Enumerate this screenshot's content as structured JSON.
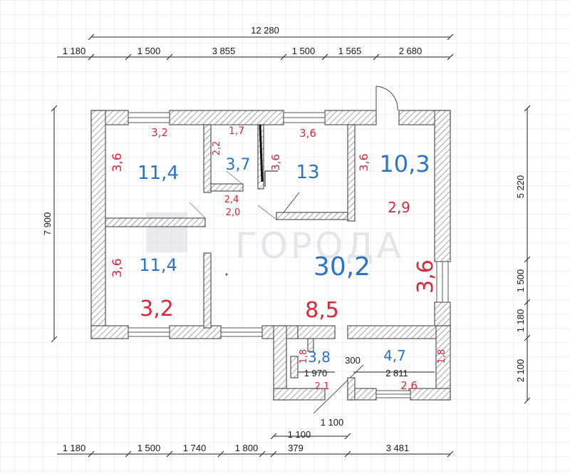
{
  "dimensions": {
    "top_total": "12 280",
    "top_segments": [
      "1 180",
      "1 500",
      "3 855",
      "1 500",
      "1 565",
      "2 680"
    ],
    "bottom_segments": [
      "1 180",
      "1 500",
      "1 740",
      "1 800",
      "379",
      "3 481"
    ],
    "bottom_extra": "1 100",
    "left_total": "7 900",
    "right_segments": [
      "5 220",
      "1 500",
      "1 180",
      "2 100"
    ],
    "inner_1970": "1 970",
    "inner_300": "300",
    "inner_2811": "2 811",
    "inner_1100": "1 100"
  },
  "rooms": {
    "room_top_left": {
      "area": "11,4",
      "width": "3,2",
      "height": "3,6"
    },
    "room_bottom_left": {
      "area": "11,4",
      "width": "3,2",
      "height": "3,6"
    },
    "bathroom_small": {
      "area": "3,7",
      "width": "1,7",
      "height": "2,2"
    },
    "hall_small": {
      "w": "2,4",
      "h": "2,0"
    },
    "room_center_top": {
      "area": "13",
      "width": "3,6",
      "height": "3,6"
    },
    "room_top_right": {
      "area": "10,3",
      "width": "2,9",
      "height": "3,6"
    },
    "living": {
      "area": "30,2",
      "width": "8,5",
      "height": "3,6"
    },
    "storage": {
      "area": "3,8",
      "width": "2,1",
      "height": "1,8"
    },
    "bath_bottom": {
      "area": "4,7",
      "width": "2,6",
      "height": "1,8"
    }
  },
  "watermark": "ГОРОДА",
  "colors": {
    "area": "#2a74c8",
    "mark": "#d8283a",
    "grid": "#dfe3ea",
    "wall": "#555555"
  }
}
